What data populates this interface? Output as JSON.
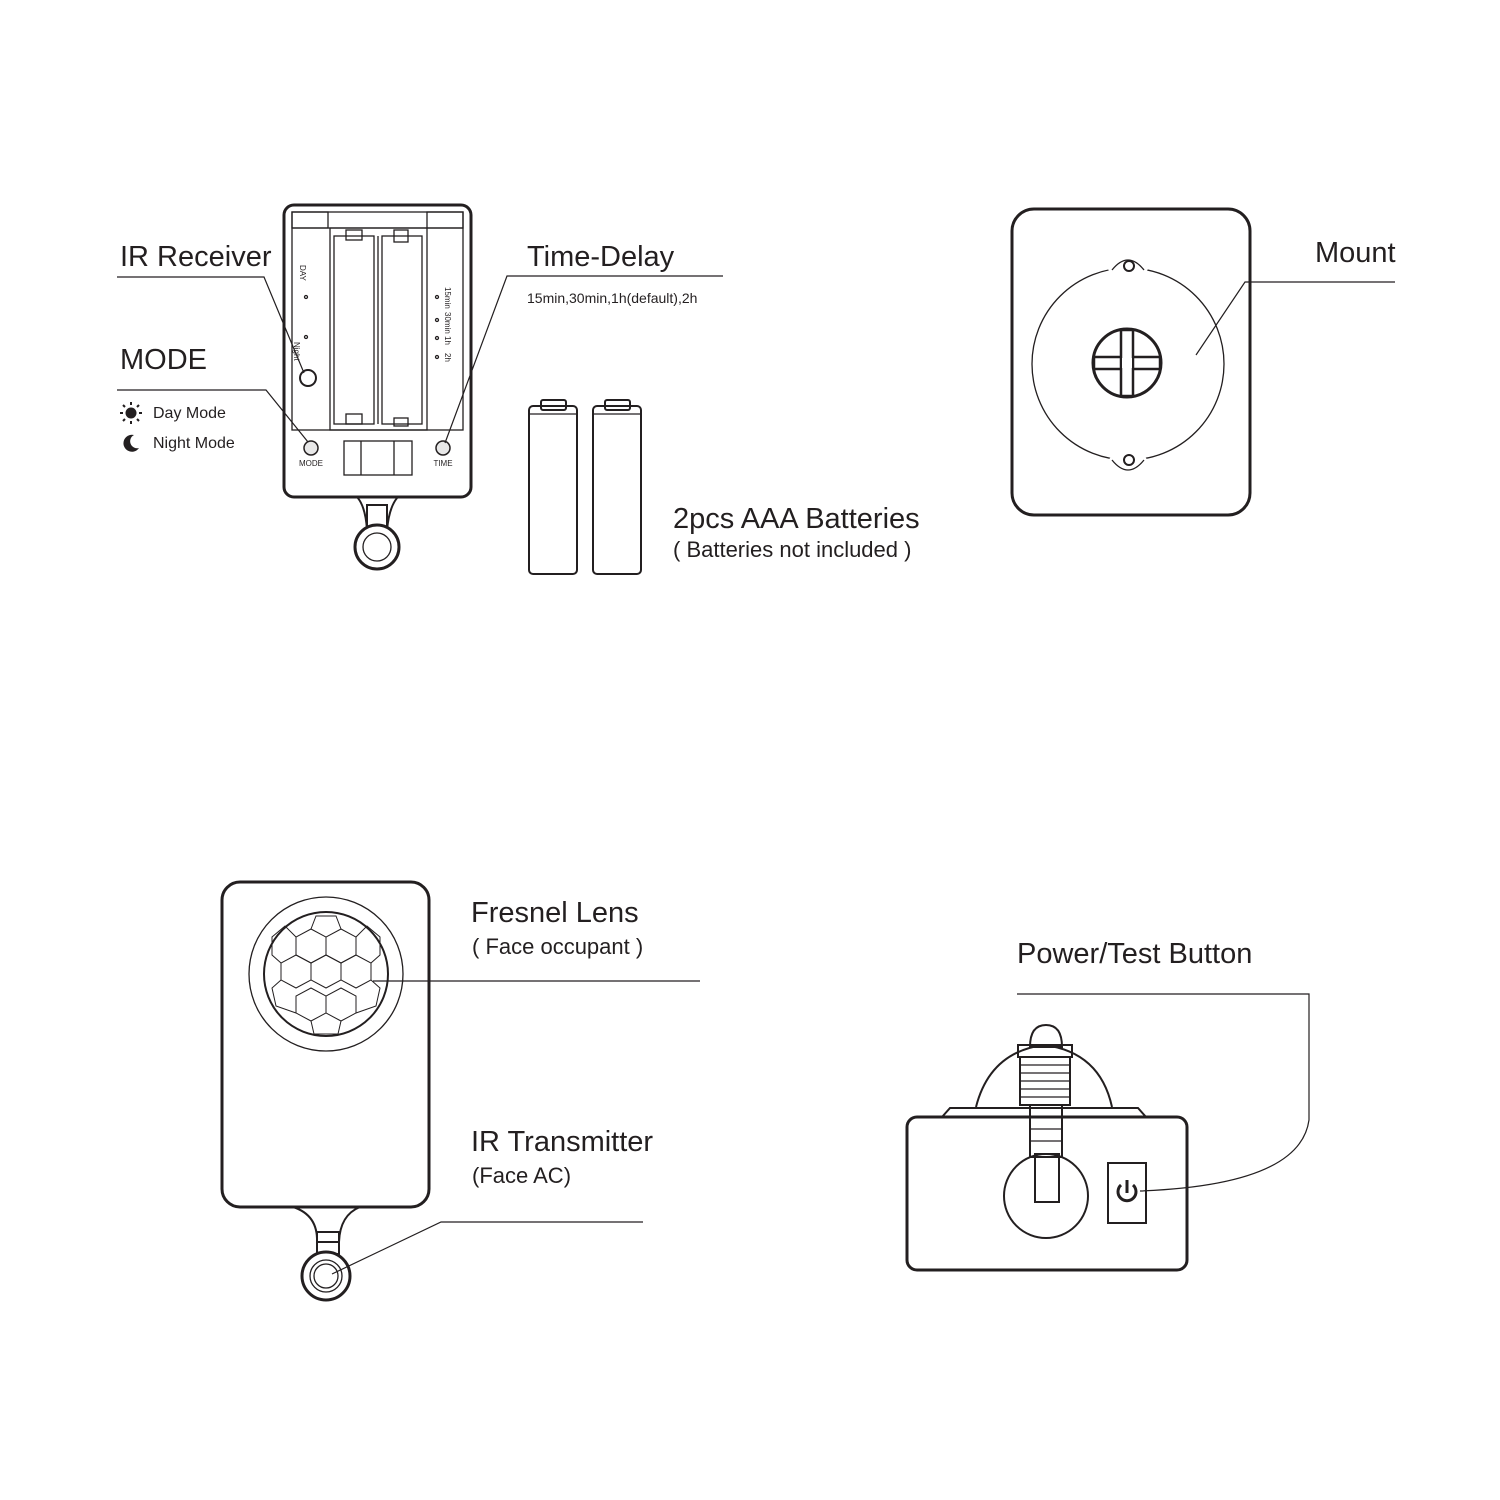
{
  "top_left": {
    "ir_receiver": "IR Receiver",
    "mode_title": "MODE",
    "day_mode": "Day Mode",
    "night_mode": "Night Mode",
    "time_delay": "Time-Delay",
    "time_delay_options": "15min,30min,1h(default),2h",
    "device_day": "DAY",
    "device_night": "Night",
    "device_mode": "MODE",
    "device_time": "TIME",
    "device_times": [
      "15min",
      "30min",
      "1h",
      "2h"
    ],
    "batteries_title": "2pcs AAA Batteries",
    "batteries_note": "( Batteries not included )"
  },
  "top_right": {
    "mount": "Mount"
  },
  "bottom_left": {
    "fresnel_title": "Fresnel Lens",
    "fresnel_note": "( Face occupant )",
    "ir_tx_title": "IR Transmitter",
    "ir_tx_note": "(Face AC)"
  },
  "bottom_right": {
    "power_button": "Power/Test Button"
  },
  "icons": {
    "day": "sun-icon",
    "night": "moon-icon",
    "power": "power-icon"
  },
  "colors": {
    "ink": "#231f20",
    "background": "#ffffff"
  }
}
